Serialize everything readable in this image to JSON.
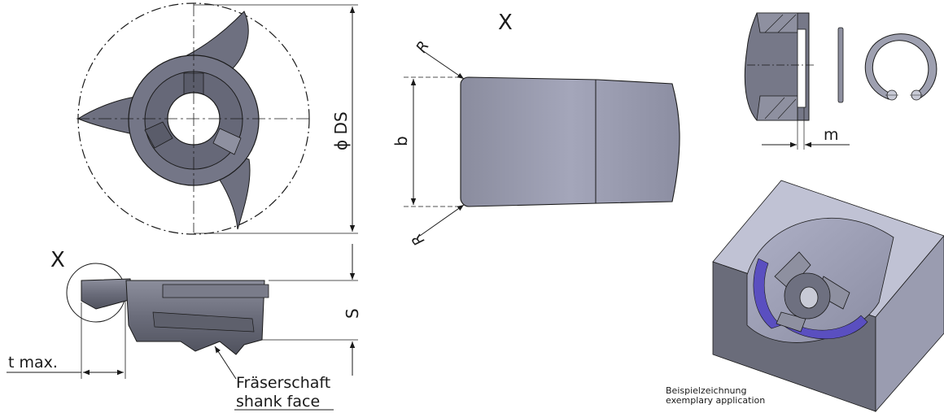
{
  "labels": {
    "detail_x_top": "X",
    "detail_x_side": "X",
    "diameter": "ϕ DS",
    "width_b": "b",
    "radius_top": "R",
    "radius_bottom": "R",
    "height_s": "S",
    "t_max": "t max.",
    "shank_de": "Fräserschaft",
    "shank_en": "shank face",
    "ring_m": "m",
    "example_de": "Beispielzeichnung",
    "example_en": "exemplary application"
  },
  "colors": {
    "steel_face": "#6e7080",
    "steel_light": "#9ea0b4",
    "steel_dark": "#4a4c58",
    "line": "#1a1a1a",
    "purple_ring": "#5a4fc0"
  }
}
